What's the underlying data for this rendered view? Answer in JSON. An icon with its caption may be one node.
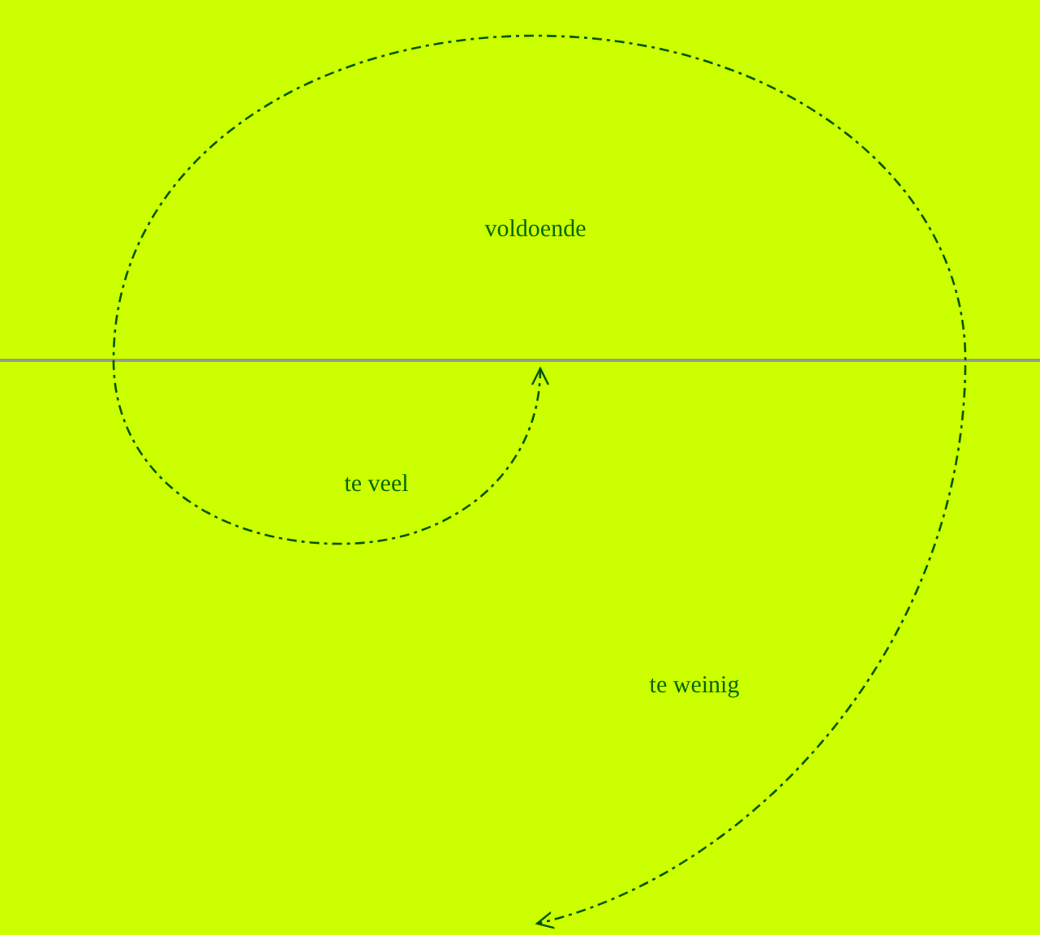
{
  "diagram": {
    "labels": [
      "voldoende",
      "te veel",
      "te weinig"
    ]
  }
}
